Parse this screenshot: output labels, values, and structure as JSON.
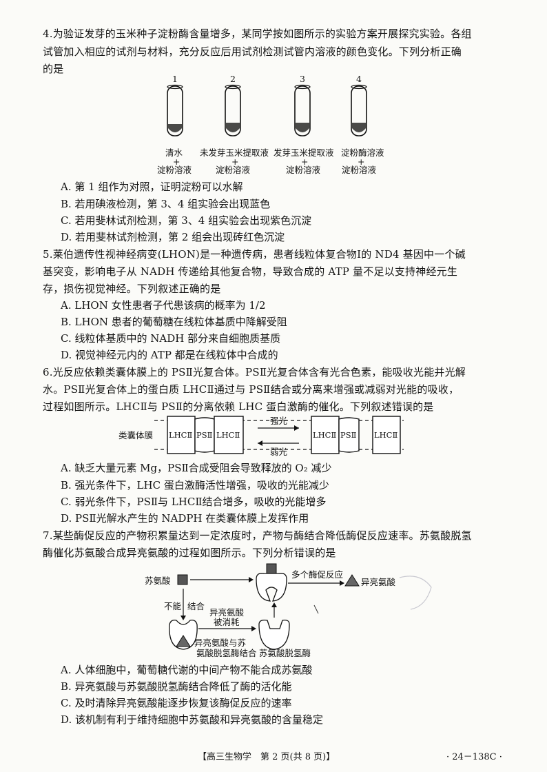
{
  "q4": {
    "stem": [
      "4.为验证发芽的玉米种子淀粉酶含量增多，某同学按如图所示的实验方案开展探究实验。各组",
      "试管加入相应的试剂与材料，充分反应后用试剂检测试管内溶液的颜色变化。下列分析正确",
      "的是"
    ],
    "tubes": [
      {
        "num": "1",
        "top": "清水",
        "bottom": "淀粉溶液"
      },
      {
        "num": "2",
        "top": "未发芽玉米提取液",
        "bottom": "淀粉溶液"
      },
      {
        "num": "3",
        "top": "发芽玉米提取液",
        "bottom": "淀粉溶液"
      },
      {
        "num": "4",
        "top": "淀粉酶溶液",
        "bottom": "淀粉溶液"
      }
    ],
    "plus": "+",
    "options": [
      "A. 第 1 组作为对照，证明淀粉可以水解",
      "B. 若用碘液检测，第 3、4 组实验会出现蓝色",
      "C. 若用斐林试剂检测，第 3、4 组实验会出现紫色沉淀",
      "D. 若用斐林试剂检测，第 2 组会出现砖红色沉淀"
    ]
  },
  "q5": {
    "stem": [
      "5.莱伯遗传性视神经病变(LHON)是一种遗传病，患者线粒体复合物Ⅰ的 ND4 基因中一个碱",
      "基突变，影响电子从 NADH 传递给其他复合物，导致合成的 ATP 量不足以支持神经元生",
      "存，损伤视觉神经。下列叙述正确的是"
    ],
    "options": [
      "A. LHON 女性患者子代患该病的概率为 1/2",
      "B. LHON 患者的葡萄糖在线粒体基质中降解受阻",
      "C. 线粒体基质中的 NADH 部分来自细胞质基质",
      "D. 视觉神经元内的 ATP 都是在线粒体中合成的"
    ]
  },
  "q6": {
    "stem": [
      "6.光反应依赖类囊体膜上的 PSⅡ光复合体。PSⅡ光复合体含有光合色素，能吸收光能并光解",
      "水。PSⅡ光复合体上的蛋白质 LHCⅡ通过与 PSⅡ结合或分离来增强或减弱对光能的吸收，",
      "过程如图所示。LHCⅡ与 PSⅡ的分离依赖 LHC 蛋白激酶的催化。下列叙述错误的是"
    ],
    "diagram": {
      "membrane": "类囊体膜",
      "lhc": "LHCⅡ",
      "ps": "PSⅡ",
      "strong": "强光",
      "weak": "弱光"
    },
    "options": [
      "A. 缺乏大量元素 Mg，PSⅡ合成受阻会导致释放的 O₂ 减少",
      "B. 强光条件下，LHC 蛋白激酶活性增强，吸收的光能减少",
      "C. 弱光条件下，PSⅡ与 LHCⅡ结合增多，吸收的光能增多",
      "D. PSⅡ光解水产生的 NADPH 在类囊体膜上发挥作用"
    ]
  },
  "q7": {
    "stem": [
      "7.某些酶促反应的产物积累量达到一定浓度时，产物与酶结合降低酶促反应速率。苏氨酸脱氢",
      "酶催化苏氨酸合成异亮氨酸的过程如图所示。下列分析错误的是"
    ],
    "diagram": {
      "threonine": "苏氨酸",
      "multi": "多个酶促反应",
      "isoleucine": "异亮氨酸",
      "cannot": "不能",
      "bind": "结合",
      "consumed1": "异亮氨酸",
      "consumed2": "被消耗",
      "bound1": "异亮氨酸与苏",
      "bound2": "氨酸脱氢酶结合",
      "enzyme": "苏氨酸脱氢酶"
    },
    "options": [
      "A. 人体细胞中，葡萄糖代谢的中间产物不能合成苏氨酸",
      "B. 异亮氨酸与苏氨酸脱氢酶结合降低了酶的活化能",
      "C. 及时清除异亮氨酸能逐步恢复该酶促反应的速率",
      "D. 该机制有利于维持细胞中苏氨酸和异亮氨酸的含量稳定"
    ]
  },
  "footer": {
    "center": "【高三生物学　第 2 页(共 8 页)】",
    "right": "· 24－138C ·"
  }
}
